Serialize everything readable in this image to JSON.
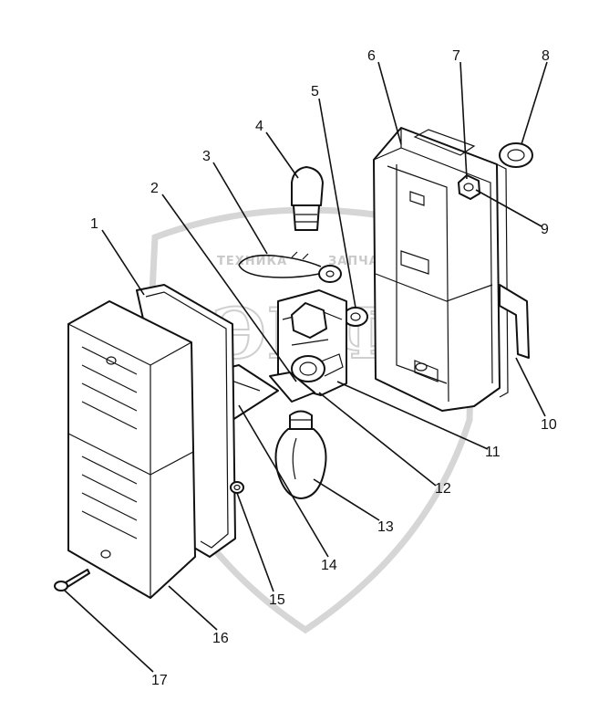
{
  "watermark": {
    "text_left": "ТЕХНИКА",
    "text_right": "ЗАПЧАСТИ",
    "logo": "ЭПФ"
  },
  "callouts": [
    {
      "label": "1"
    },
    {
      "label": "2"
    },
    {
      "label": "3"
    },
    {
      "label": "4"
    },
    {
      "label": "5"
    },
    {
      "label": "6"
    },
    {
      "label": "7"
    },
    {
      "label": "8"
    },
    {
      "label": "9"
    },
    {
      "label": "10"
    },
    {
      "label": "11"
    },
    {
      "label": "12"
    },
    {
      "label": "13"
    },
    {
      "label": "14"
    },
    {
      "label": "15"
    },
    {
      "label": "16"
    },
    {
      "label": "17"
    }
  ]
}
